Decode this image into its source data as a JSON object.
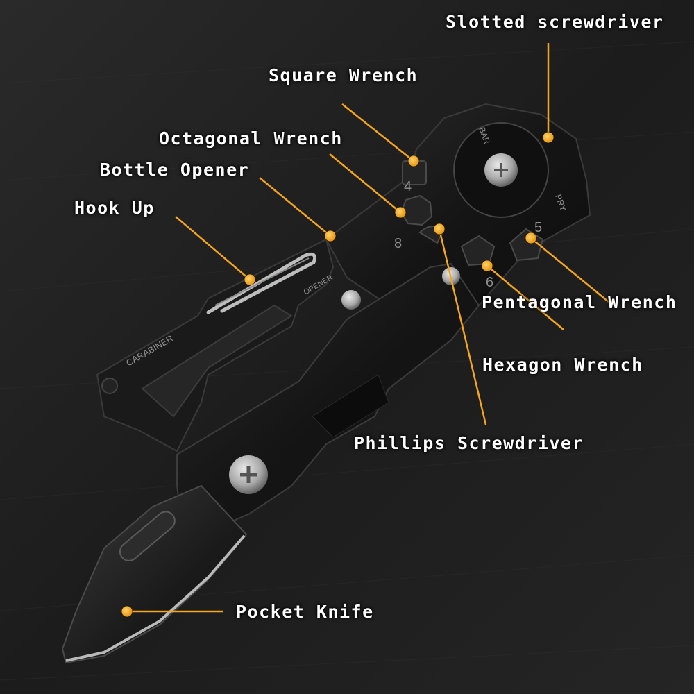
{
  "callouts": {
    "slotted": "Slotted screwdriver",
    "square": "Square Wrench",
    "octagonal": "Octagonal Wrench",
    "bottle": "Bottle Opener",
    "hook": "Hook Up",
    "pentagonal": "Pentagonal Wrench",
    "hexagon": "Hexagon Wrench",
    "phillips": "Phillips Screwdriver",
    "knife": "Pocket Knife"
  },
  "engravings": {
    "carabiner": "CARABINER",
    "opener": "OPENER",
    "bar": "BAR",
    "pry": "PRY",
    "n4": "4",
    "n8": "8",
    "n5": "5",
    "n6": "6"
  },
  "colors": {
    "accent": "#f5a51e",
    "label": "#ffffff",
    "background": "#1b1b1b",
    "tool_body": "#161616"
  }
}
